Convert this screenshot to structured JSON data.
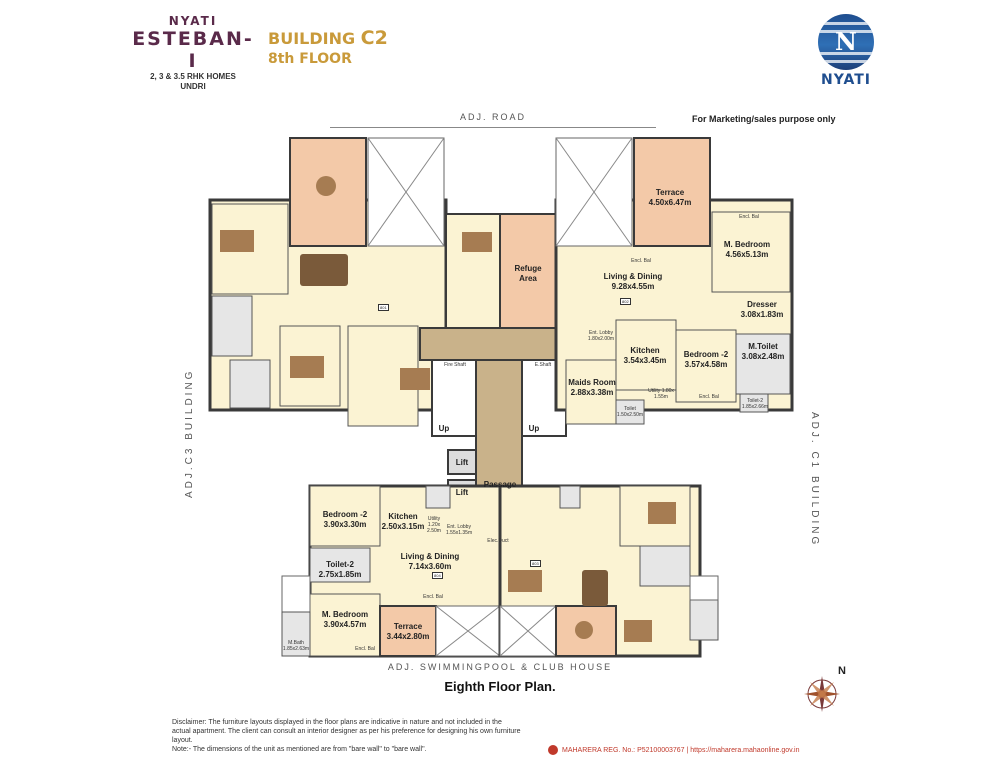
{
  "header": {
    "brand_top": "NYATI",
    "brand_name": "ESTEBAN-I",
    "brand_sub1": "2, 3 & 3.5 RHK HOMES",
    "brand_sub2": "UNDRI",
    "building_prefix": "BUILDING",
    "building_code": "C2",
    "floor": "8th FLOOR",
    "logo_right_letter": "N",
    "logo_right_word": "NYATI"
  },
  "labels": {
    "road_top": "ADJ. ROAD",
    "marketing_note": "For Marketing/sales purpose only",
    "road_bottom": "ADJ. SWIMMINGPOOL & CLUB HOUSE",
    "side_left": "ADJ.C3 BUILDING",
    "side_right": "ADJ. C1 BUILDING",
    "plan_title": "Eighth Floor Plan.",
    "compass_letter": "N"
  },
  "rooms": {
    "terrace_top": {
      "name": "Terrace",
      "dim": "4.50x6.47m"
    },
    "living_top": {
      "name": "Living & Dining",
      "dim": "9.28x4.55m"
    },
    "mbed_top": {
      "name": "M. Bedroom",
      "dim": "4.56x5.13m"
    },
    "dresser": {
      "name": "Dresser",
      "dim": "3.08x1.83m"
    },
    "mtoilet": {
      "name": "M.Toilet",
      "dim": "3.08x2.48m"
    },
    "kitchen_top": {
      "name": "Kitchen",
      "dim": "3.54x3.45m"
    },
    "bed2_top": {
      "name": "Bedroom -2",
      "dim": "3.57x4.58m"
    },
    "maids": {
      "name": "Maids Room",
      "dim": "2.88x3.38m"
    },
    "refuge": {
      "name": "Refuge",
      "dim": "Area"
    },
    "passage": {
      "name": "Passage"
    },
    "lift1": {
      "name": "Lift"
    },
    "lift2": {
      "name": "Lift"
    },
    "up1": {
      "name": "Up"
    },
    "up2": {
      "name": "Up"
    },
    "bed2_bottom": {
      "name": "Bedroom -2",
      "dim": "3.90x3.30m"
    },
    "kitchen_bottom": {
      "name": "Kitchen",
      "dim": "2.50x3.15m"
    },
    "living_bottom": {
      "name": "Living & Dining",
      "dim": "7.14x3.60m"
    },
    "toilet2": {
      "name": "Toilet-2",
      "dim": "2.75x1.85m"
    },
    "mbed_bottom": {
      "name": "M. Bedroom",
      "dim": "3.90x4.57m"
    },
    "terrace_bottom": {
      "name": "Terrace",
      "dim": "3.44x2.80m"
    }
  },
  "tiny": {
    "ent_lobby_top": "Ent. Lobby 1.80x2.00m",
    "utility_top": "Utility 1.80x 1.55m",
    "toilet_top": "Toilet 1.50x2.50m",
    "toilet2_top": "Toilet-2 1.85x2.66m",
    "encl_bal_1": "Encl. Bal",
    "encl_bal_2": "Encl. Bal",
    "encl_bal_3": "Encl. Bal",
    "fire_shaft_1": "Fire Shaft",
    "fire_shaft_2": "E.Shaft",
    "utility_bottom": "Utility 1.20x 2.50m",
    "ent_lobby_bottom": "Ent. Lobby 1.55x1.35m",
    "elec_duct": "Elec.Duct",
    "encl_bal_4": "Encl. Bal",
    "encl_bal_5": "Encl. Bal",
    "mbath_bottom": "M.Bath 1.85x2.63m",
    "unit_801": "801",
    "unit_802": "802",
    "unit_803": "803",
    "unit_804": "804"
  },
  "footer": {
    "disclaimer_1": "Disclaimer: The furniture layouts displayed in the floor plans are indicative in nature and not included in the actual apartment. The client can consult an interior designer as per his preference for designing his own furniture layout.",
    "disclaimer_2": "Note:- The dimensions of the unit as mentioned are from \"bare wall\" to \"bare wall\".",
    "rera": "MAHARERA REG. No.: P52100003767 | https://maharera.mahaonline.gov.in"
  },
  "colors": {
    "brand_purple": "#5a2a4a",
    "gold": "#c99a3a",
    "nyati_blue": "#1f4e8f",
    "room_cream": "#fbf3d3",
    "terrace_peach": "#f3c9a8",
    "passage_tan": "#c9b28a",
    "wall": "#3a3a3a"
  }
}
